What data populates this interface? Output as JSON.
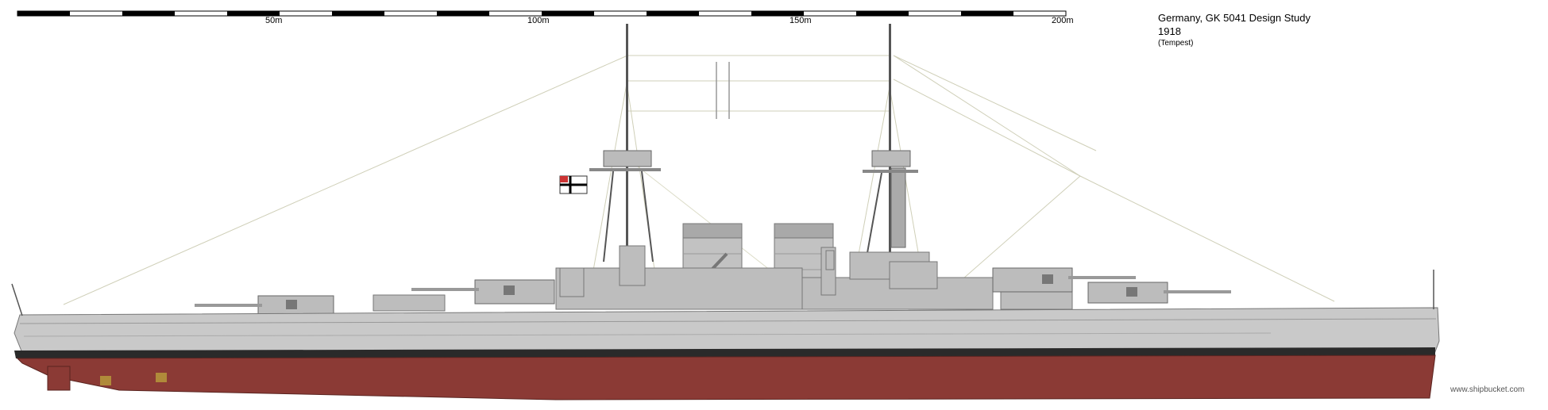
{
  "scale_bar": {
    "labels": [
      "50m",
      "100m",
      "150m",
      "200m"
    ]
  },
  "title": {
    "line1": "Germany, GK 5041 Design Study",
    "line2": "1918",
    "line3": "(Tempest)"
  },
  "watermark": "www.shipbucket.com",
  "colors": {
    "hull_upper": "#c9c9c9",
    "boot_topping": "#2a2a2a",
    "antifouling": "#8b3a35",
    "superstructure": "#bdbdbd",
    "rigging": "#cfcfb8"
  }
}
